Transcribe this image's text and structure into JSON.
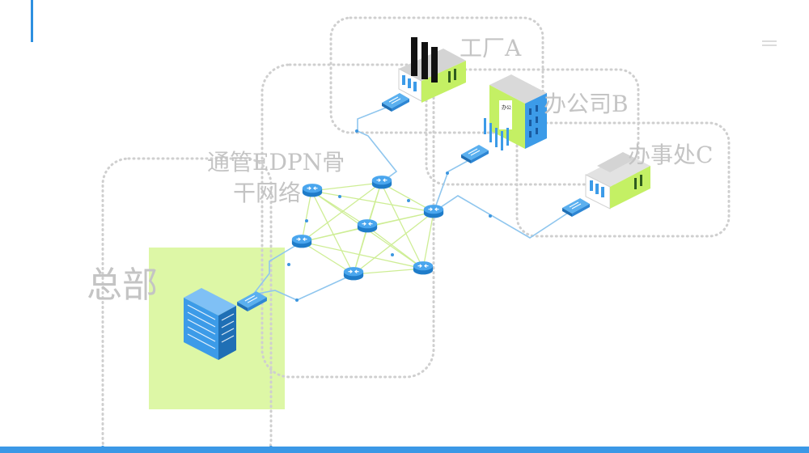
{
  "labels": {
    "backbone_line1": "通管EDPN骨",
    "backbone_line2": "干网络",
    "headquarters": "总部",
    "factory_a": "工厂A",
    "branch_b": "办公司B",
    "office_c": "办事处C",
    "branch_b_sign": "办公"
  },
  "icons": {
    "headquarters": "office-tower-icon",
    "factory": "factory-icon",
    "branch": "office-building-icon",
    "office": "small-office-icon",
    "device": "network-gateway-icon",
    "router": "router-icon"
  },
  "colors": {
    "accent_blue": "#2d8fe0",
    "link_blue": "#8fc6ee",
    "mesh_green": "#c9ec8a",
    "highlight_green": "#ddf7a6",
    "zone_border": "#cfcfcf",
    "label_gray": "#c4c4c4"
  }
}
